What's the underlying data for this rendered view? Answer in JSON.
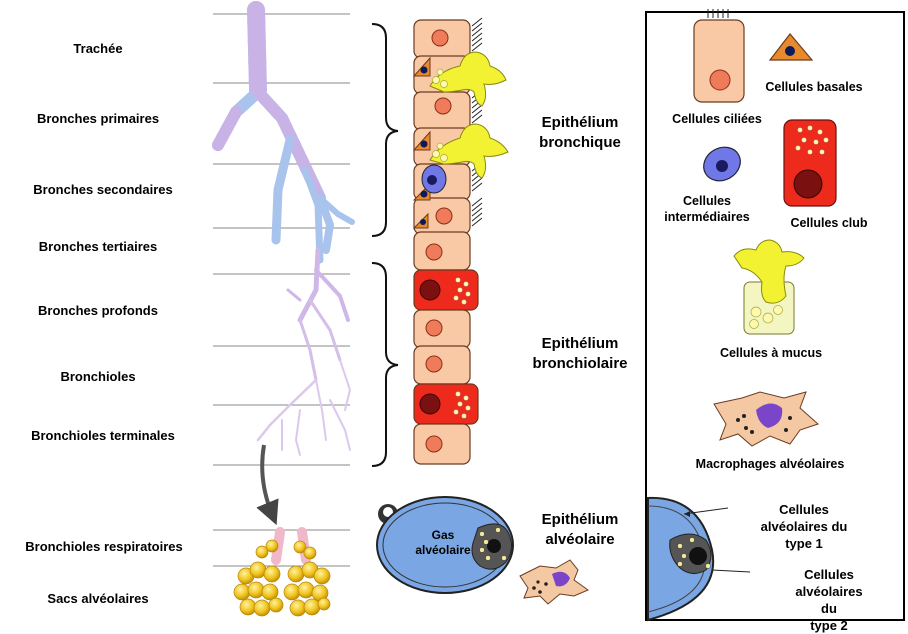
{
  "airway_levels": [
    {
      "id": "trachea",
      "label": "Trachée"
    },
    {
      "id": "primary-bronchi",
      "label": "Bronches primaires"
    },
    {
      "id": "secondary-bronchi",
      "label": "Bronches secondaires"
    },
    {
      "id": "tertiary-bronchi",
      "label": "Bronches tertiaires"
    },
    {
      "id": "deep-bronchi",
      "label": "Bronches profonds"
    },
    {
      "id": "bronchioles",
      "label": "Bronchioles"
    },
    {
      "id": "terminal-bronchioles",
      "label": "Bronchioles terminales"
    },
    {
      "id": "respiratory-bronchioles",
      "label": "Bronchioles respiratoires"
    },
    {
      "id": "alveolar-sacs",
      "label": "Sacs alvéolaires"
    }
  ],
  "epithelia": {
    "bronchial": "Epithélium\nbronchique",
    "bronchiolar": "Epithélium\nbronchiolaire",
    "alveolar": "Epithélium\nalvéolaire"
  },
  "alveolus_label": "Gas\nalvéolaire",
  "legend": {
    "ciliated": "Cellules ciliées",
    "basal": "Cellules basales",
    "intermediate": "Cellules\nintermédiaires",
    "club": "Cellules club",
    "mucus": "Cellules à mucus",
    "macrophage": "Macrophages alvéolaires",
    "alveolar_type1": "Cellules alvéolaires du\ntype 1",
    "alveolar_type2": "Cellules alvéolaires du\ntype 2"
  },
  "colors": {
    "ciliated_cell": "#f9c9a6",
    "basal_cell": "#e8892c",
    "club_cell": "#ee2a1c",
    "intermediate_cell": "#6f78e6",
    "mucus_cell": "#f2f233",
    "macrophage_cell": "#f4c8a2",
    "macrophage_nucleus": "#7a45c8",
    "alveolus": "#7aa6e3",
    "bronchi": "#a8c4ec",
    "alveolar_sacs": "#f0c219"
  }
}
